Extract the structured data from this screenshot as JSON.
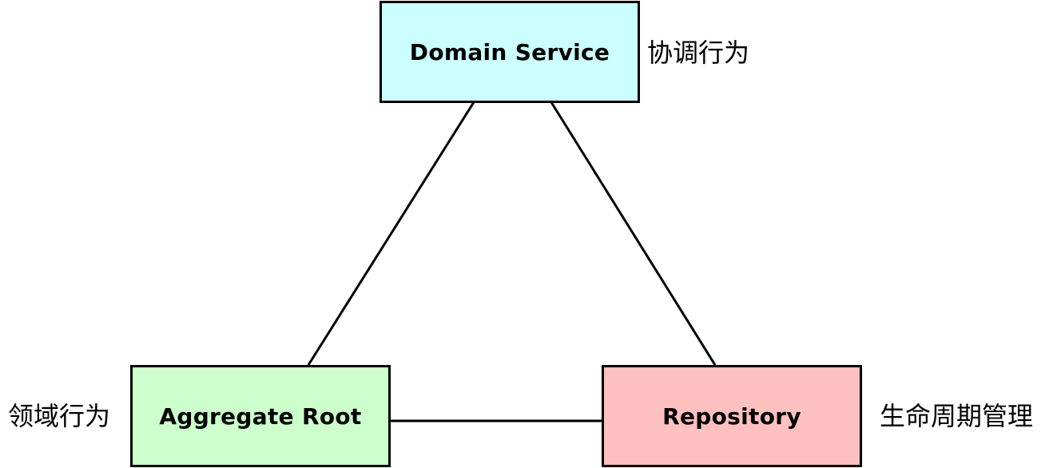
{
  "nodes": {
    "domain_service": {
      "label": "Domain Service",
      "note": "协调行为",
      "fill": "#ccffff"
    },
    "aggregate_root": {
      "label": "Aggregate Root",
      "note": "领域行为",
      "fill": "#ccffcc"
    },
    "repository": {
      "label": "Repository",
      "note": "生命周期管理",
      "fill": "#ffc0c0"
    }
  },
  "edges": [
    [
      "domain_service",
      "aggregate_root"
    ],
    [
      "domain_service",
      "repository"
    ],
    [
      "aggregate_root",
      "repository"
    ]
  ],
  "colors": {
    "stroke": "#000000",
    "background": "#ffffff"
  }
}
